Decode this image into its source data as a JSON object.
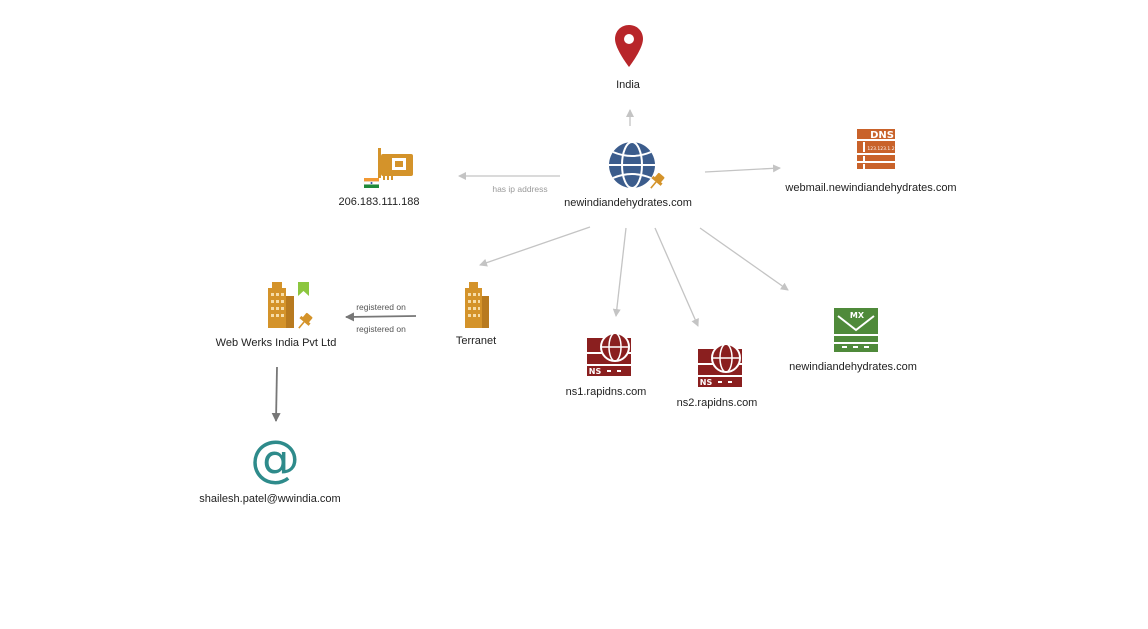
{
  "graph": {
    "nodes": {
      "india": {
        "label": "India"
      },
      "domain": {
        "label": "newindiandehydrates.com"
      },
      "ip": {
        "label": "206.183.111.188"
      },
      "webmail": {
        "label": "webmail.newindiandehydrates.com",
        "badge": "DNS",
        "badge_sub": "123.123.1.2"
      },
      "webwerks": {
        "label": "Web Werks India Pvt Ltd"
      },
      "terranet": {
        "label": "Terranet"
      },
      "ns1": {
        "label": "ns1.rapidns.com",
        "badge": "NS"
      },
      "ns2": {
        "label": "ns2.rapidns.com",
        "badge": "NS"
      },
      "mx": {
        "label": "newindiandehydrates.com",
        "badge": "MX"
      },
      "email": {
        "label": "shailesh.patel@wwindia.com",
        "glyph": "@"
      }
    },
    "edges": {
      "has_ip": "has ip address",
      "registered_on_1": "registered on",
      "registered_on_2": "registered on"
    }
  },
  "icons": {
    "india": "map-pin-icon",
    "domain": "globe-icon",
    "ip": "network-card-icon",
    "webmail": "dns-record-icon",
    "webwerks": "building-icon",
    "terranet": "building-icon",
    "ns1": "nameserver-icon",
    "ns2": "nameserver-icon",
    "mx": "mx-record-icon",
    "email": "email-address-icon"
  },
  "colors": {
    "pin": "#b8262a",
    "globe": "#3b5c8c",
    "orange": "#d4932a",
    "dns": "#c9622a",
    "ns": "#8a1f1f",
    "mx": "#4f8a3a",
    "email": "#2e8b8b",
    "bookmark": "#8cc63f",
    "edge": "#c4c4c4",
    "edge_dark": "#777777"
  }
}
